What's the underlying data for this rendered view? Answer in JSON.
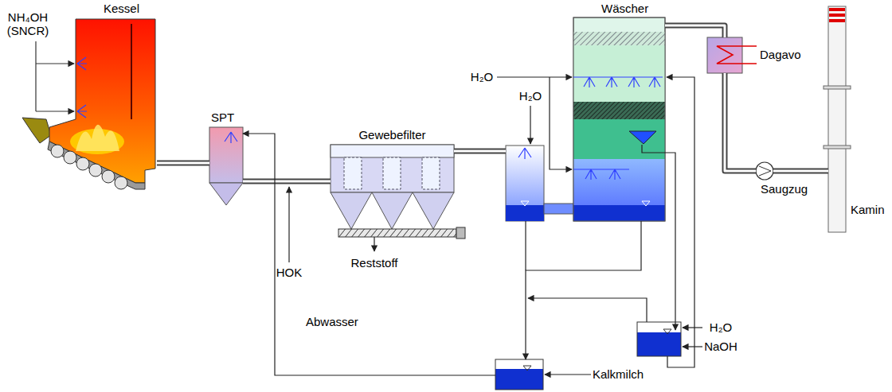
{
  "diagram": {
    "nodes": [
      {
        "text": [
          "Kessel"
        ]
      },
      {
        "text": [
          "SPT"
        ]
      },
      {
        "text": [
          "Gewebefilter"
        ]
      },
      {
        "text": [
          "Wäscher"
        ]
      },
      {
        "text": [
          "Dagavo"
        ]
      },
      {
        "text": [
          "Saugzug"
        ]
      },
      {
        "text": [
          "Kamin"
        ]
      },
      {
        "text": [
          "Abwasser"
        ]
      }
    ],
    "edges": [
      {
        "from": 0,
        "to": 1,
        "arrow": "none"
      },
      {
        "from": 1,
        "to": 2,
        "arrow": "none"
      },
      {
        "from": 2,
        "to": 3,
        "arrow": "none"
      },
      {
        "from": 3,
        "to": 4,
        "arrow": "none"
      },
      {
        "from": 4,
        "to": 5,
        "arrow": "none"
      },
      {
        "from": 5,
        "to": 6,
        "arrow": "none"
      },
      {
        "from": 3,
        "to": 7,
        "arrow": "to"
      },
      {
        "from": 7,
        "to": 1,
        "arrow": "to"
      }
    ],
    "labels": [
      "NH₄OH (SNCR)",
      "HOK",
      "Reststoff",
      "H₂O",
      "H₂O",
      "H₂O",
      "NaOH",
      "Kalkmilch"
    ]
  }
}
